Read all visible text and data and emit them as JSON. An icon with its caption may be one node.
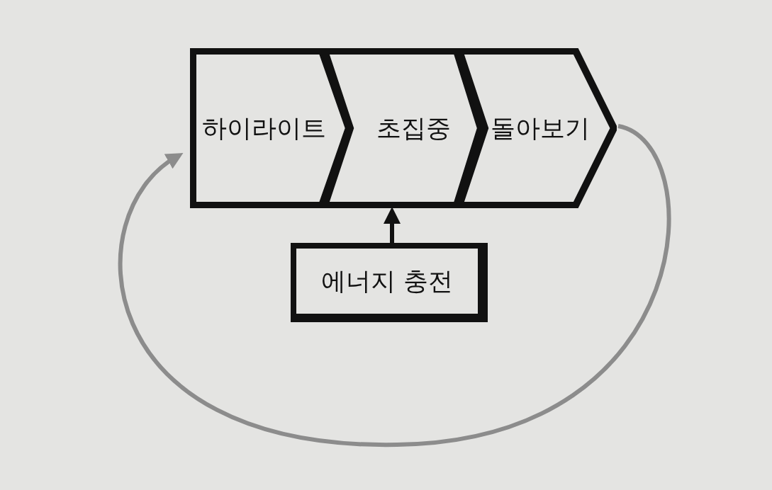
{
  "diagram": {
    "nodes": [
      {
        "text": [
          "하이라이트"
        ]
      },
      {
        "text": [
          "초집중"
        ]
      },
      {
        "text": [
          "돌아보기"
        ]
      },
      {
        "text": [
          "에너지 충전"
        ]
      }
    ],
    "edges": [
      {
        "from": 3,
        "to": 1,
        "arrow": "to"
      },
      {
        "from": 2,
        "to": 0,
        "arrow": "to",
        "color": "#8c8c8c"
      }
    ]
  }
}
